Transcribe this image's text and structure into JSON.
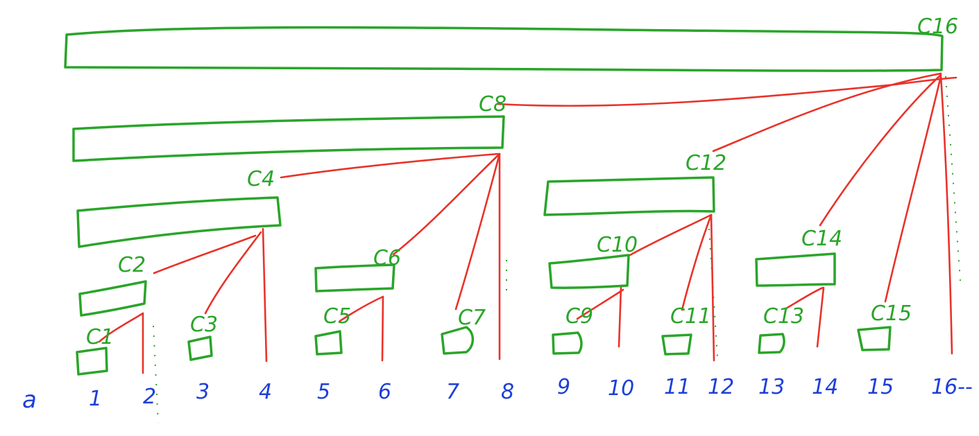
{
  "array_label": "a",
  "indices": [
    "1",
    "2",
    "3",
    "4",
    "5",
    "6",
    "7",
    "8",
    "9",
    "10",
    "11",
    "12",
    "13",
    "14",
    "15",
    "16--"
  ],
  "nodes": [
    "C1",
    "C2",
    "C3",
    "C4",
    "C5",
    "C6",
    "C7",
    "C8",
    "C9",
    "C10",
    "C11",
    "C12",
    "C13",
    "C14",
    "C15",
    "C16"
  ],
  "colors": {
    "box": "#2aa52a",
    "edge": "#e8332a",
    "index": "#1e3fd8"
  }
}
